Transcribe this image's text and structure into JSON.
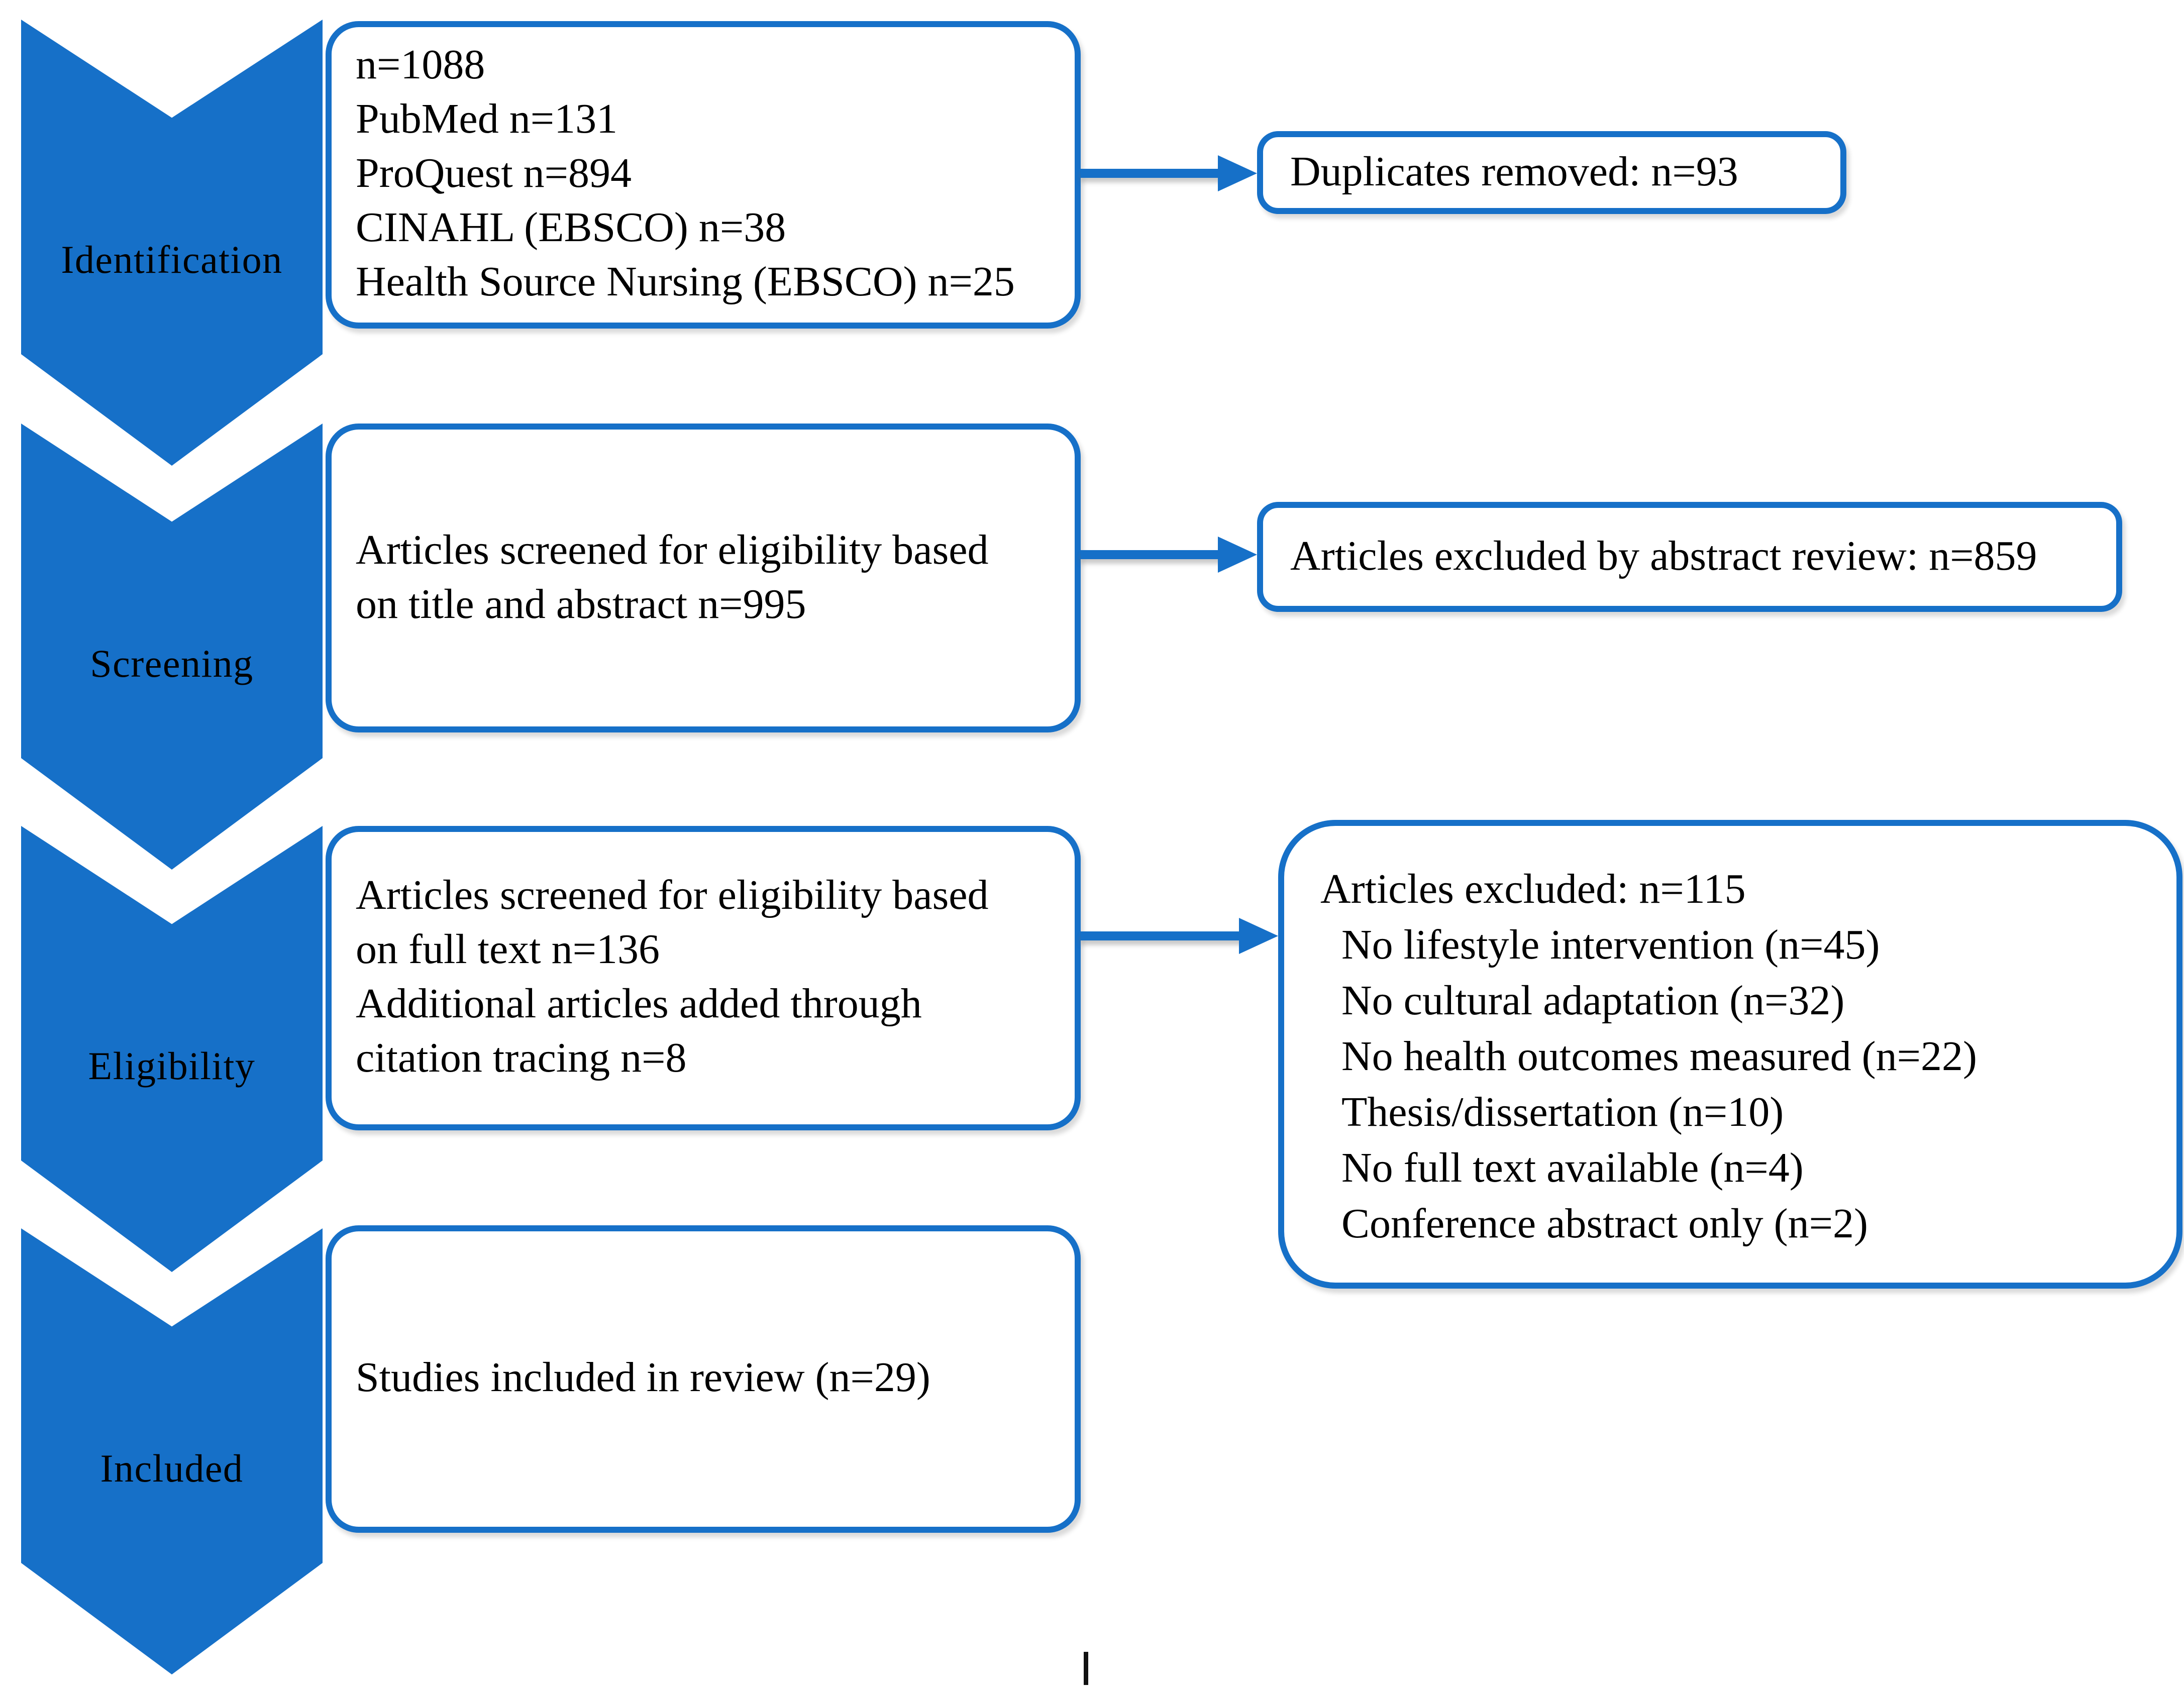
{
  "diagram": {
    "stages": [
      {
        "id": "identification",
        "label": "Identification"
      },
      {
        "id": "screening",
        "label": "Screening"
      },
      {
        "id": "eligibility",
        "label": "Eligibility"
      },
      {
        "id": "included",
        "label": "Included"
      }
    ],
    "main_boxes": [
      {
        "lines": [
          "n=1088",
          "PubMed n=131",
          "ProQuest n=894",
          "CINAHL (EBSCO) n=38",
          "Health Source Nursing (EBSCO) n=25"
        ]
      },
      {
        "lines": [
          "Articles screened for eligibility based",
          "on title and abstract n=995"
        ]
      },
      {
        "lines": [
          "Articles screened for eligibility based",
          "on full text n=136",
          "Additional articles added through",
          "citation tracing n=8"
        ]
      },
      {
        "lines": [
          "Studies included in review (n=29)"
        ]
      }
    ],
    "side_boxes": [
      {
        "text": "Duplicates removed: n=93"
      },
      {
        "text": "Articles excluded by abstract review: n=859"
      },
      {
        "title": "Articles excluded: n=115",
        "items": [
          "No lifestyle intervention (n=45)",
          "No cultural adaptation (n=32)",
          "No health outcomes measured (n=22)",
          "Thesis/dissertation (n=10)",
          "No full text available (n=4)",
          "Conference abstract only (n=2)"
        ]
      }
    ],
    "colors": {
      "accent_blue": "#1670C8",
      "text": "#000000",
      "background": "#FFFFFF"
    }
  }
}
